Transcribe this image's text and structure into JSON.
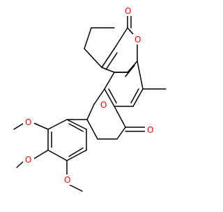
{
  "image": {
    "kind": "chemical-structure-diagram",
    "background": "#ffffff",
    "bond_color": "#000000",
    "heteroatom_color": "#ff0000"
  },
  "atoms": {
    "carbonyl_oxygen_top": "O",
    "lactone_ring_oxygen": "O",
    "pyran_ring_oxygen": "O",
    "ketone_oxygen": "O",
    "methoxy_oxygen_upper": "O",
    "methoxy_oxygen_middle": "O",
    "methoxy_oxygen_lower": "O"
  }
}
